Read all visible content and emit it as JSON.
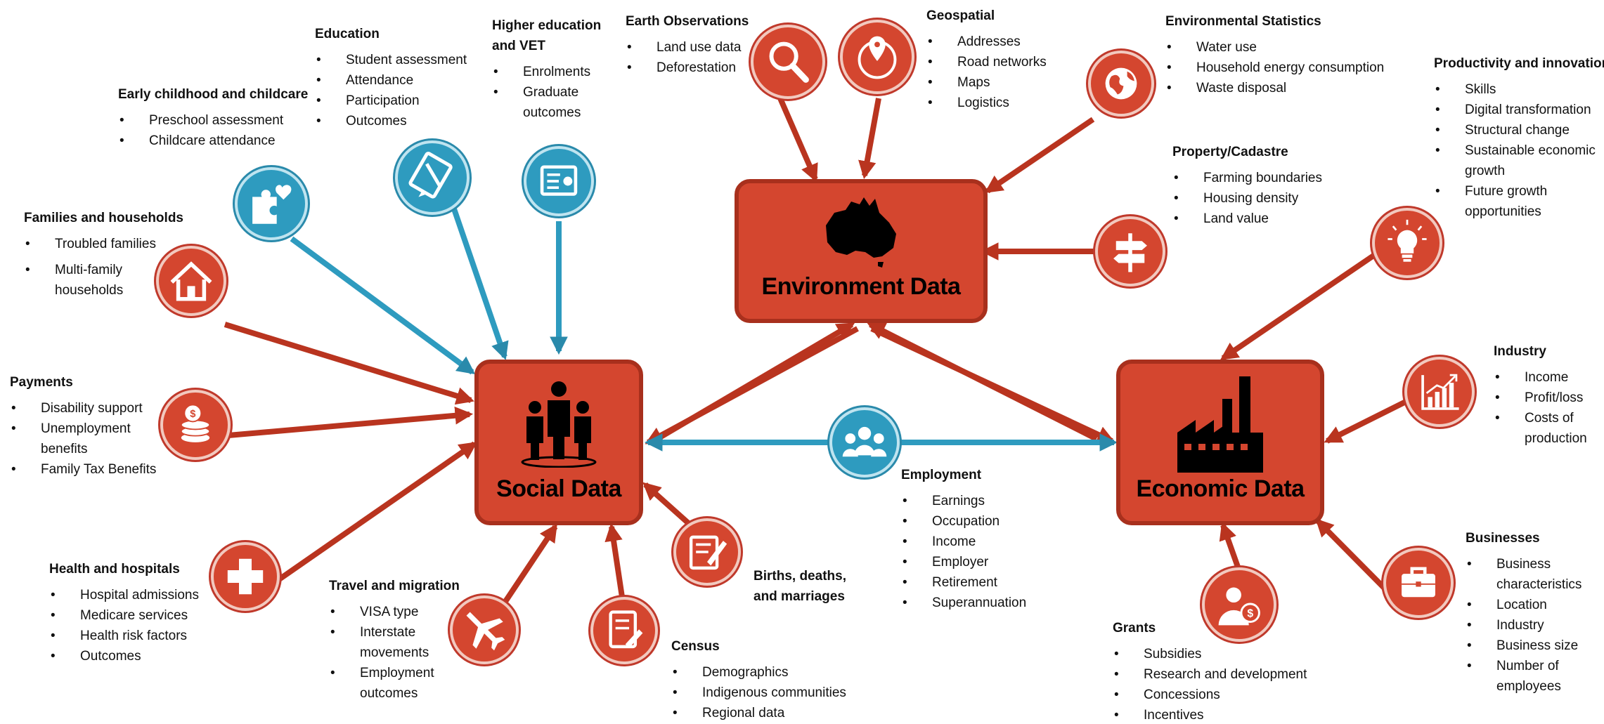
{
  "hubs": {
    "social": {
      "title": "Social Data"
    },
    "environment": {
      "title": "Environment Data"
    },
    "economic": {
      "title": "Economic Data"
    }
  },
  "groups": {
    "early_childhood": {
      "heading": "Early childhood and childcare",
      "items": [
        "Preschool assessment",
        "Childcare attendance"
      ]
    },
    "education": {
      "heading": "Education",
      "items": [
        "Student assessment",
        "Attendance",
        "Participation",
        "Outcomes"
      ]
    },
    "higher_education": {
      "heading": "Higher education and VET",
      "items": [
        "Enrolments",
        "Graduate outcomes"
      ]
    },
    "families": {
      "heading": "Families and households",
      "items": [
        "Troubled families",
        "Multi-family households"
      ]
    },
    "payments": {
      "heading": "Payments",
      "items": [
        "Disability support",
        "Unemployment benefits",
        "Family Tax Benefits"
      ]
    },
    "health": {
      "heading": "Health and hospitals",
      "items": [
        "Hospital admissions",
        "Medicare services",
        "Health risk factors",
        "Outcomes"
      ]
    },
    "travel": {
      "heading": "Travel and migration",
      "items": [
        "VISA type",
        "Interstate movements",
        "Employment outcomes"
      ]
    },
    "census": {
      "heading": "Census",
      "items": [
        "Demographics",
        "Indigenous communities",
        "Regional data"
      ]
    },
    "births": {
      "heading": "Births, deaths, and marriages",
      "items": []
    },
    "employment": {
      "heading": "Employment",
      "items": [
        "Earnings",
        "Occupation",
        "Income",
        "Employer",
        "Retirement",
        "Superannuation"
      ]
    },
    "earth": {
      "heading": "Earth Observations",
      "items": [
        "Land use data",
        "Deforestation"
      ]
    },
    "geospatial": {
      "heading": "Geospatial",
      "items": [
        "Addresses",
        "Road networks",
        "Maps",
        "Logistics"
      ]
    },
    "env_stats": {
      "heading": "Environmental Statistics",
      "items": [
        "Water use",
        "Household energy consumption",
        "Waste disposal"
      ]
    },
    "property": {
      "heading": "Property/Cadastre",
      "items": [
        "Farming boundaries",
        "Housing density",
        "Land value"
      ]
    },
    "productivity": {
      "heading": "Productivity and innovation",
      "items": [
        "Skills",
        "Digital transformation",
        "Structural change",
        "Sustainable economic growth",
        "Future growth opportunities"
      ]
    },
    "industry": {
      "heading": "Industry",
      "items": [
        "Income",
        "Profit/loss",
        "Costs of production"
      ]
    },
    "businesses": {
      "heading": "Businesses",
      "items": [
        "Business characteristics",
        "Location",
        "Industry",
        "Business size",
        "Number of employees"
      ]
    },
    "grants": {
      "heading": "Grants",
      "items": [
        "Subsidies",
        "Research and development",
        "Concessions",
        "Incentives"
      ]
    }
  },
  "colors": {
    "red": "#d4462f",
    "red_dark": "#a8301d",
    "blue": "#2e9bbf"
  }
}
